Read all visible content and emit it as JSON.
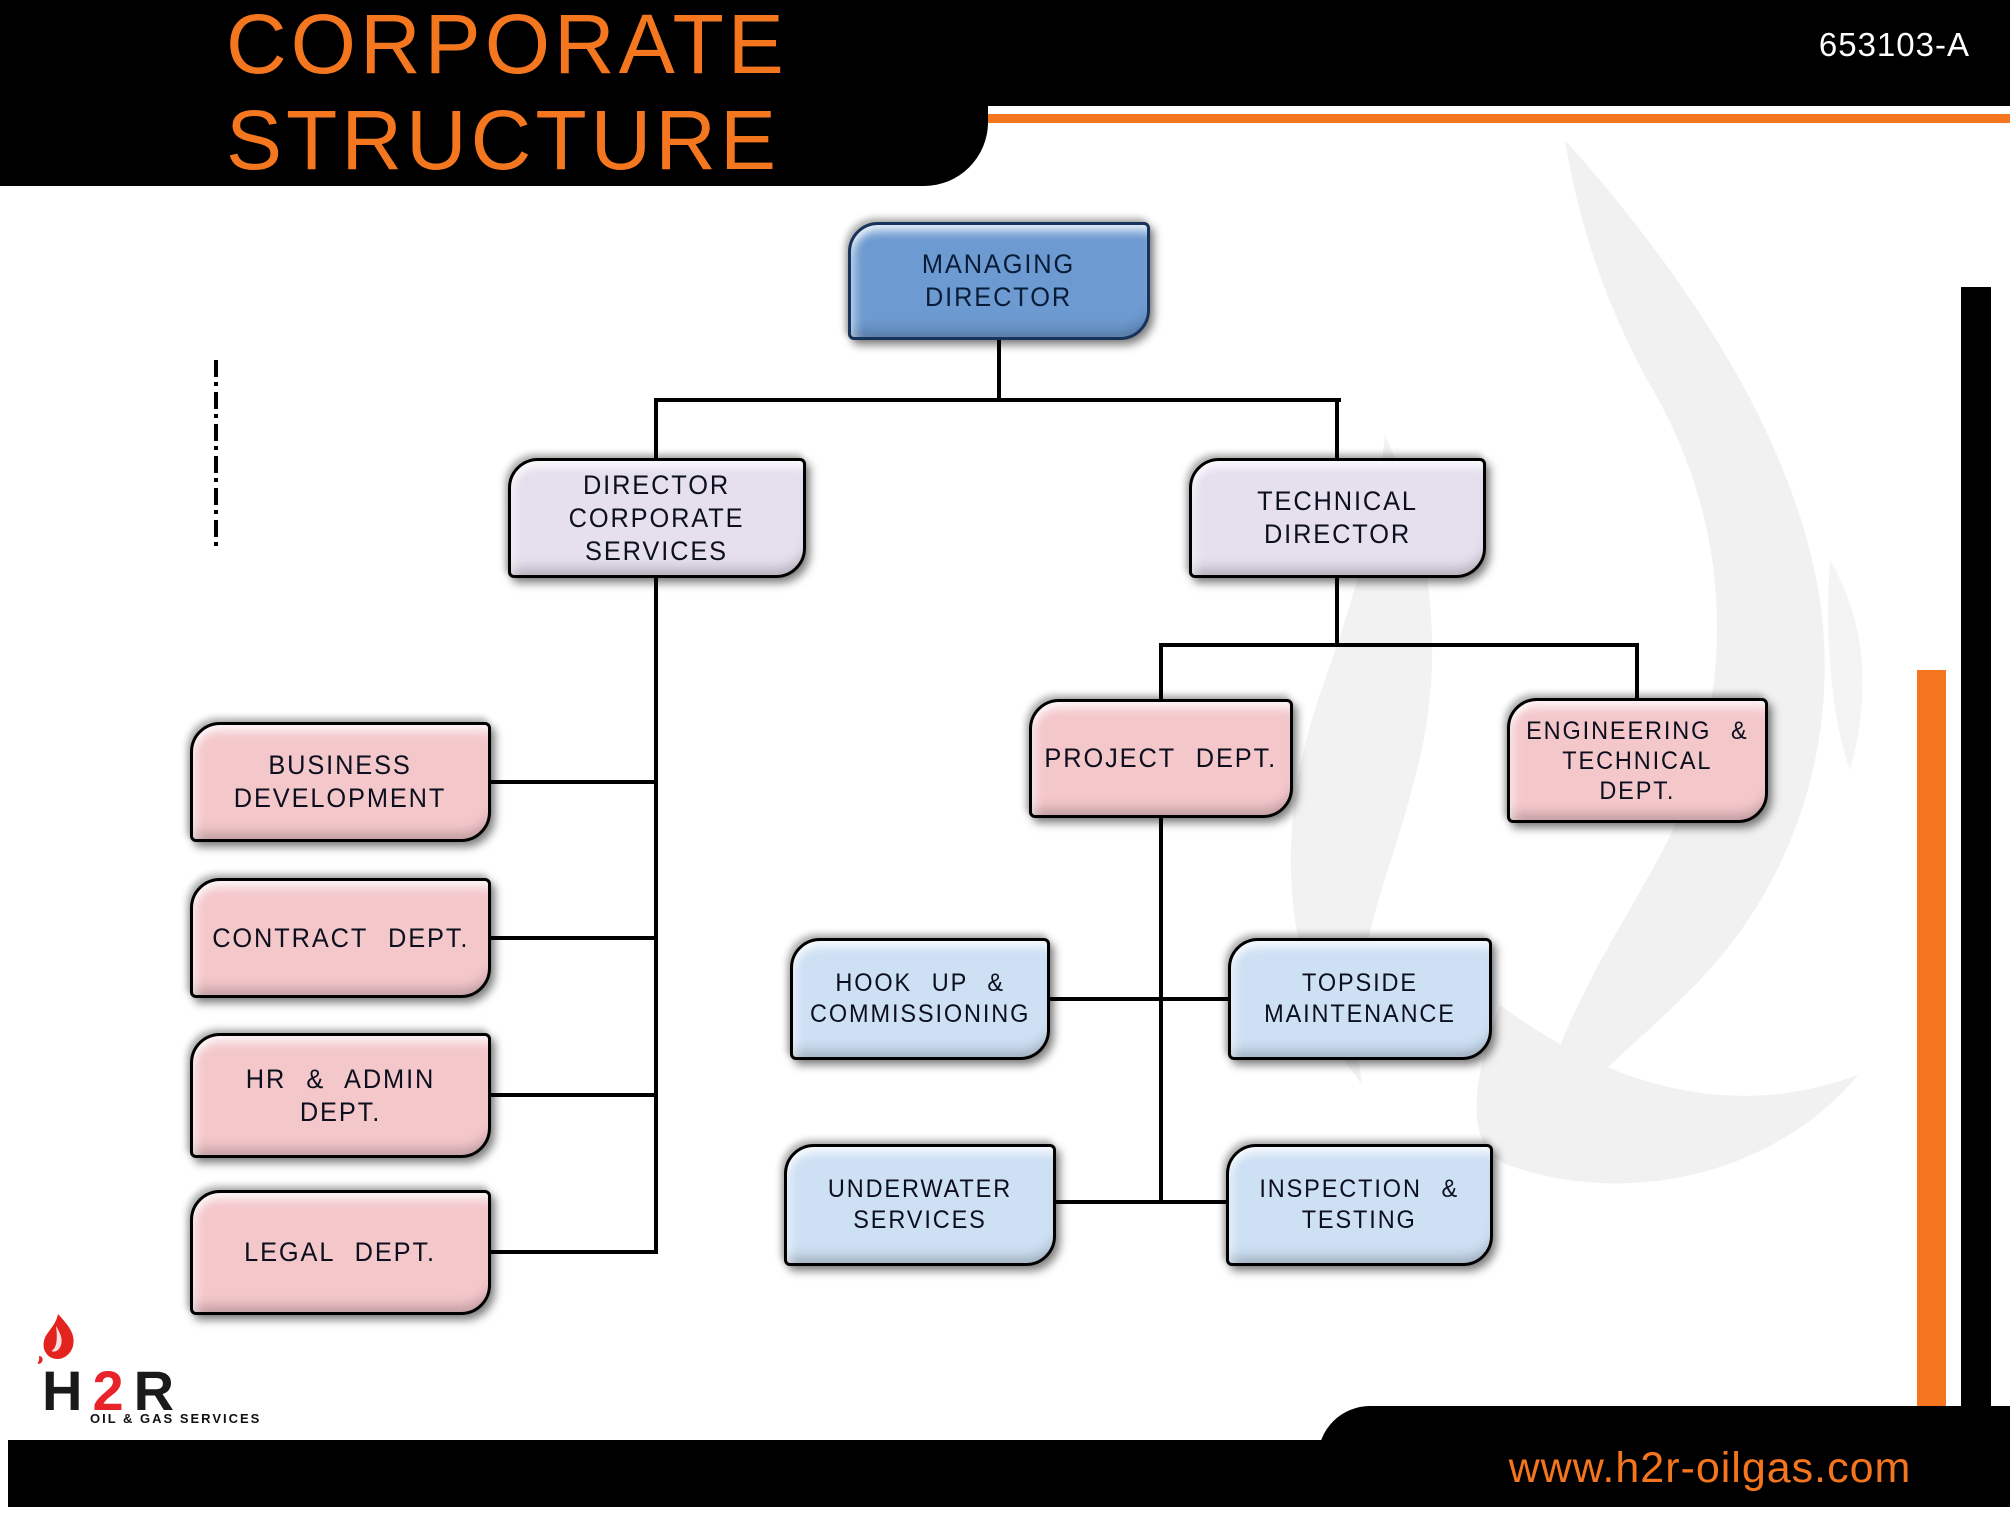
{
  "header": {
    "title_line1": "CORPORATE",
    "title_line2": "STRUCTURE",
    "doc_number": "653103-A"
  },
  "org_chart": {
    "nodes": {
      "managing_director": {
        "lines": [
          "MANAGING",
          "DIRECTOR"
        ]
      },
      "director_corporate_services": {
        "lines": [
          "DIRECTOR",
          "CORPORATE",
          "SERVICES"
        ]
      },
      "technical_director": {
        "lines": [
          "TECHNICAL",
          "DIRECTOR"
        ]
      },
      "business_development": {
        "lines": [
          "BUSINESS",
          "DEVELOPMENT"
        ]
      },
      "contract_dept": {
        "lines": [
          "CONTRACT DEPT."
        ]
      },
      "hr_admin_dept": {
        "lines": [
          "HR & ADMIN DEPT."
        ]
      },
      "legal_dept": {
        "lines": [
          "LEGAL DEPT."
        ]
      },
      "project_dept": {
        "lines": [
          "PROJECT DEPT."
        ]
      },
      "engineering_technical_dept": {
        "lines": [
          "ENGINEERING &",
          "TECHNICAL",
          "DEPT."
        ]
      },
      "hook_up_commissioning": {
        "lines": [
          "HOOK UP &",
          "COMMISSIONING"
        ]
      },
      "topside_maintenance": {
        "lines": [
          "TOPSIDE",
          "MAINTENANCE"
        ]
      },
      "underwater_services": {
        "lines": [
          "UNDERWATER",
          "SERVICES"
        ]
      },
      "inspection_testing": {
        "lines": [
          "INSPECTION &",
          "TESTING"
        ]
      }
    }
  },
  "logo": {
    "brand_h": "H",
    "brand_2": "2",
    "brand_r": "R",
    "tagline": "OIL & GAS SERVICES"
  },
  "footer": {
    "website": "www.h2r-oilgas.com"
  },
  "colors": {
    "accent_orange": "#F4771F",
    "header_black": "#000000",
    "node_blue": "#6D9AD0",
    "node_lavender": "#E5DFEE",
    "node_pink": "#F4C7CB",
    "node_light_blue": "#CDE0F4",
    "logo_red": "#E8232A",
    "url_orange": "#F4751D"
  }
}
